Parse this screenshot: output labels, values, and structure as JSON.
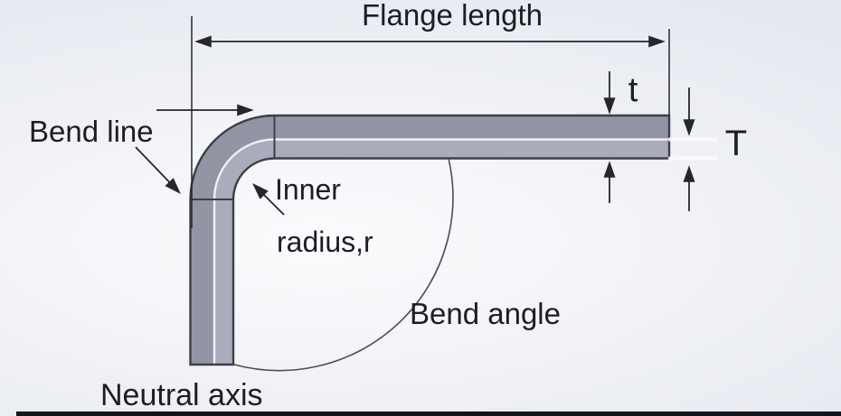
{
  "diagram": {
    "description": "Sheet metal bend terminology diagram",
    "labels": {
      "flange_length": "Flange length",
      "bend_line": "Bend line",
      "inner_radius_line1": "Inner",
      "inner_radius_line2": "radius,r",
      "bend_angle": "Bend angle",
      "neutral_axis": "Neutral axis",
      "thickness_t": "t",
      "thickness_T": "T"
    },
    "colors": {
      "background_light": "#fbfcfd",
      "background_shade": "#dfe3ec",
      "metal_outer": "#9195a4",
      "metal_inner": "#a9acbb",
      "part_outline": "#3e3e49",
      "neutral_line": "#eef0f6",
      "dimension_color": "#26262e",
      "text_color": "#1d1d24",
      "bottom_bar": "#14141d"
    }
  }
}
